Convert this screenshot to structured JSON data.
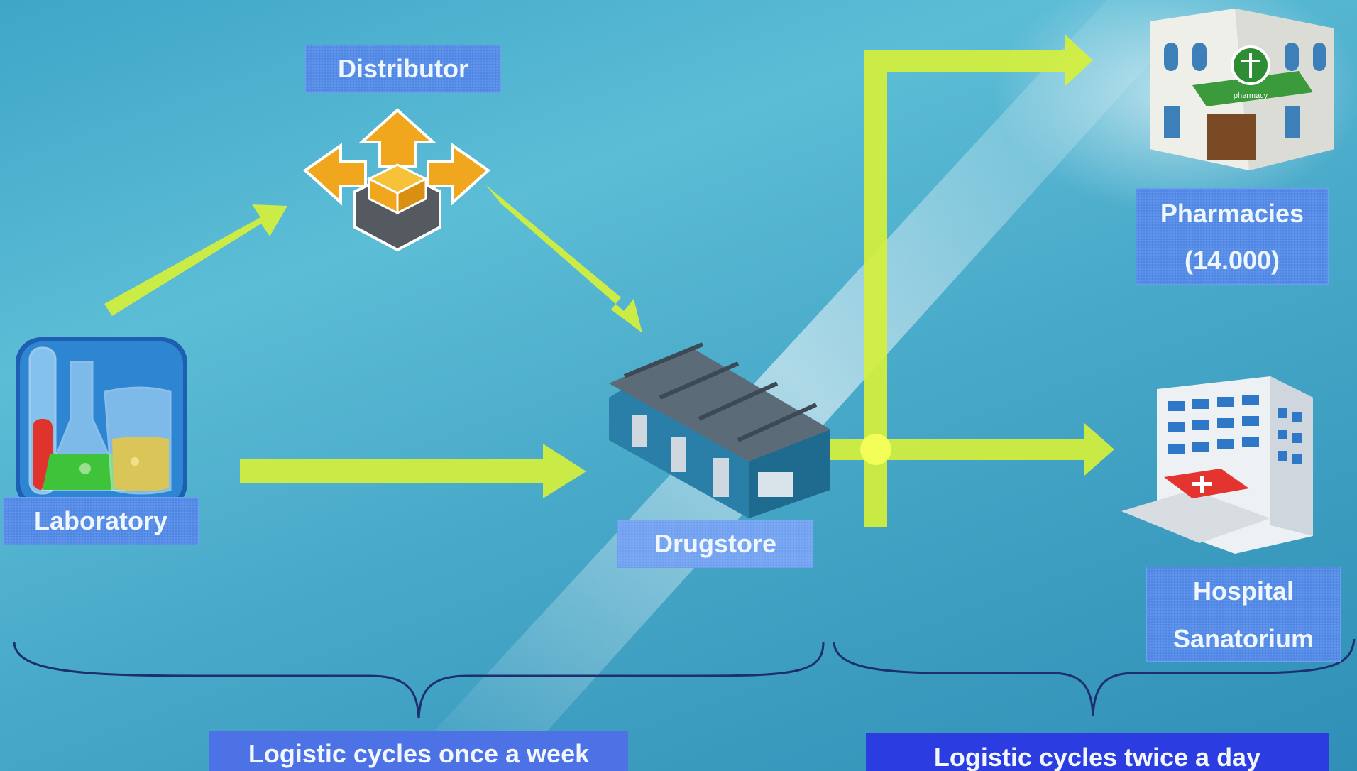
{
  "nodes": {
    "distributor": "Distributor",
    "laboratory": "Laboratory",
    "drugstore": "Drugstore",
    "pharmacies_line1": "Pharmacies",
    "pharmacies_line2": "(14.000)",
    "hospital_line1": "Hospital",
    "hospital_line2": "Sanatorium"
  },
  "brackets": {
    "left": "Logistic cycles once a week",
    "right": "Logistic cycles twice a day"
  },
  "building_signs": {
    "pharmacy": "pharmacy"
  },
  "icons": [
    "lab-flasks-icon",
    "distributor-box-icon",
    "warehouse-icon",
    "pharmacy-building-icon",
    "hospital-building-icon"
  ],
  "colors": {
    "arrow": "#d8f23a",
    "label_bg": "#4e86e6",
    "bottom_left_bg": "#4c72e6",
    "bottom_right_bg": "#2b3de0",
    "bracket": "#1c2f6e"
  }
}
